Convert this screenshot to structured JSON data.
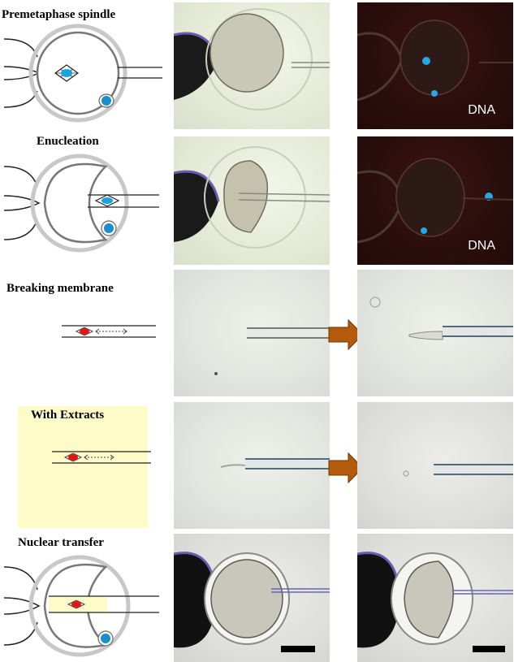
{
  "rows": [
    {
      "label": "Premetaphase spindle",
      "fluor_label": "DNA"
    },
    {
      "label": "Enucleation",
      "fluor_label": "DNA"
    },
    {
      "label": "Breaking membrane"
    },
    {
      "label": "With Extracts"
    },
    {
      "label": "Nuclear transfer"
    }
  ],
  "colors": {
    "dna_blue": "#1aa3e0",
    "nucleus_red": "#e01818",
    "arrow_brown": "#b35a0c",
    "extract_bg": "#fdfbc8"
  },
  "icons": [
    "cell-schematic-icon",
    "pipette-icon",
    "right-arrow-icon",
    "scale-bar-icon"
  ]
}
